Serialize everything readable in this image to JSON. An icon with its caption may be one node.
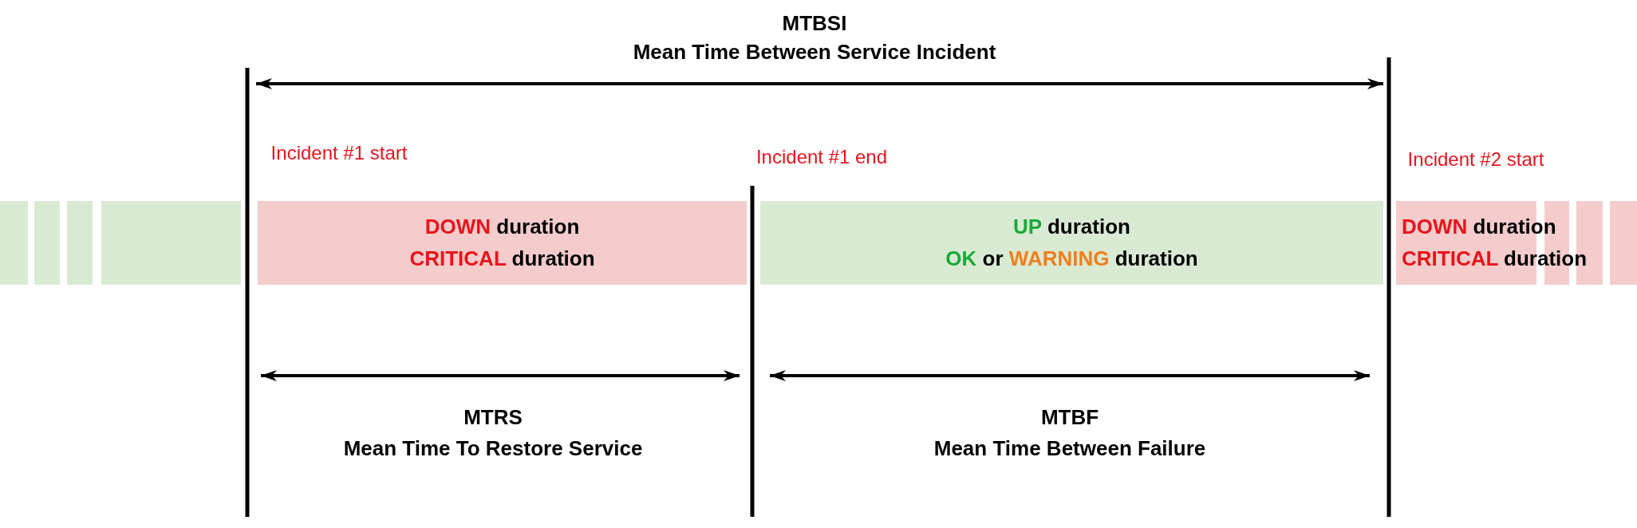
{
  "diagram": {
    "nodes": [
      {
        "text": [],
        "shape": "bar"
      },
      {
        "text": [],
        "shape": "bar"
      },
      {
        "text": [],
        "shape": "bar"
      },
      {
        "text": [],
        "shape": "bar"
      },
      {
        "text": [
          "DOWN duration",
          "CRITICAL duration"
        ]
      },
      {
        "text": [
          "UP duration",
          "OK or WARNING duration"
        ]
      },
      {
        "text": [
          "DOWN duration",
          "CRITICAL duration"
        ]
      },
      {
        "text": [],
        "shape": "bar"
      },
      {
        "text": [],
        "shape": "bar"
      },
      {
        "text": [],
        "shape": "bar"
      }
    ],
    "labels": [
      "MTBSI",
      "Mean Time Between Service Incident",
      "Incident #1 start",
      "Incident #1 end",
      "Incident #2 start",
      "MTRS",
      "Mean Time To Restore Service",
      "MTBF",
      "Mean Time Between Failure"
    ]
  }
}
